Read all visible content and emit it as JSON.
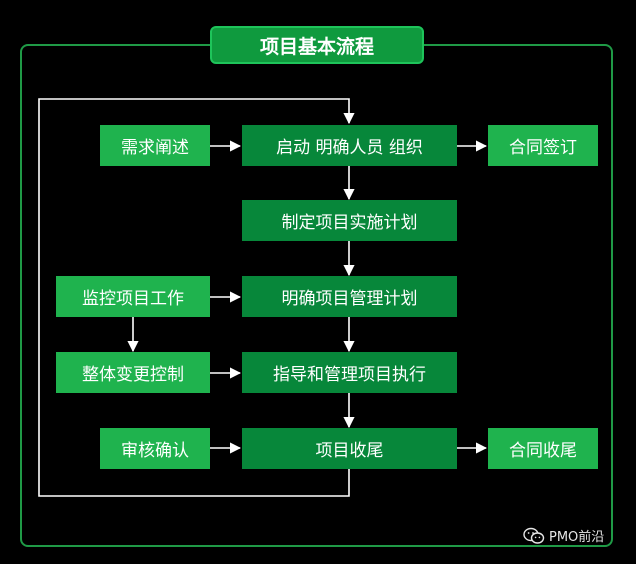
{
  "title": "项目基本流程",
  "nodes": {
    "requirements": "需求阐述",
    "initiate": "启动 明确人员 组织",
    "contract": "合同签订",
    "plan_impl": "制定项目实施计划",
    "monitor": "监控项目工作",
    "mgmt_plan": "明确项目管理计划",
    "change_control": "整体变更控制",
    "execution": "指导和管理项目执行",
    "audit": "审核确认",
    "closing": "项目收尾",
    "close_contract": "合同收尾"
  },
  "watermark": "PMO前沿",
  "colors": {
    "side_box": "#1fb34e",
    "main_box": "#07873a",
    "frame": "#1f9a46",
    "lines": "#ffffff"
  }
}
